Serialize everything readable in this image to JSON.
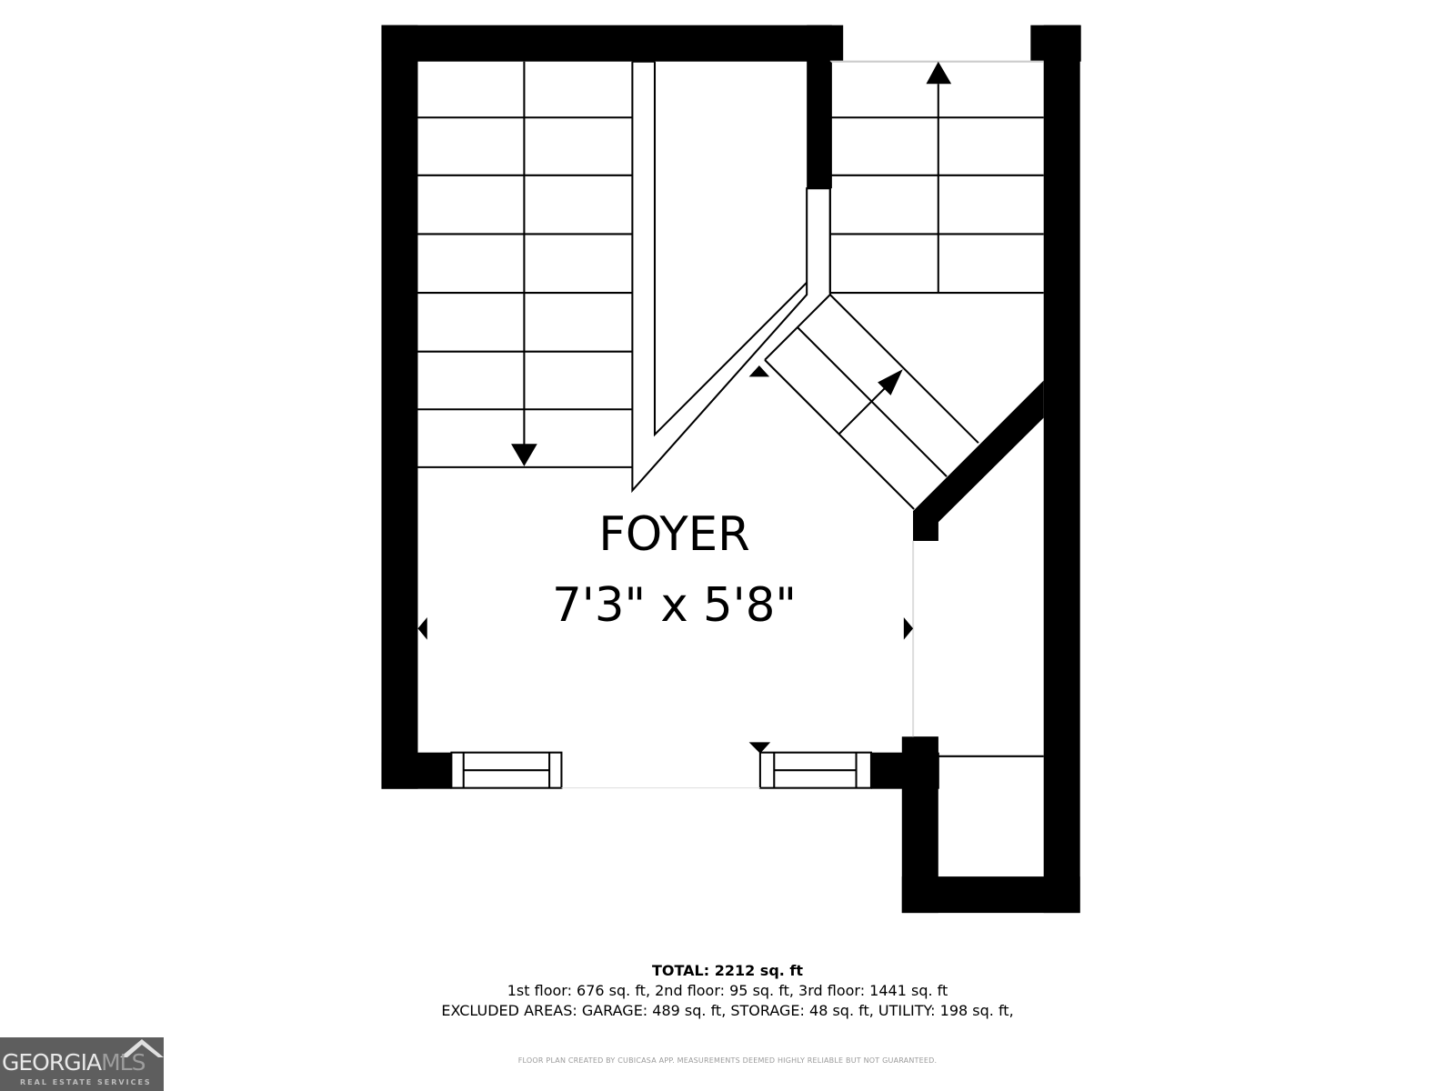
{
  "room": {
    "name": "FOYER",
    "dimensions": "7'3\" x 5'8\""
  },
  "summary": {
    "total": "TOTAL: 2212 sq. ft",
    "floors": "1st floor: 676 sq. ft, 2nd floor: 95 sq. ft, 3rd floor: 1441 sq. ft",
    "excluded": "EXCLUDED AREAS: GARAGE: 489 sq. ft, STORAGE: 48 sq. ft, UTILITY: 198 sq. ft,",
    "disclaimer": "FLOOR PLAN CREATED BY CUBICASA APP. MEASUREMENTS DEEMED HIGHLY RELIABLE BUT NOT GUARANTEED."
  },
  "logo": {
    "name_main": "GEORGIA",
    "name_accent": "MLS",
    "subtitle": "REAL ESTATE SERVICES"
  },
  "colors": {
    "wall": "#000000",
    "background": "#ffffff",
    "logo_bg": "#5e5e5e"
  }
}
